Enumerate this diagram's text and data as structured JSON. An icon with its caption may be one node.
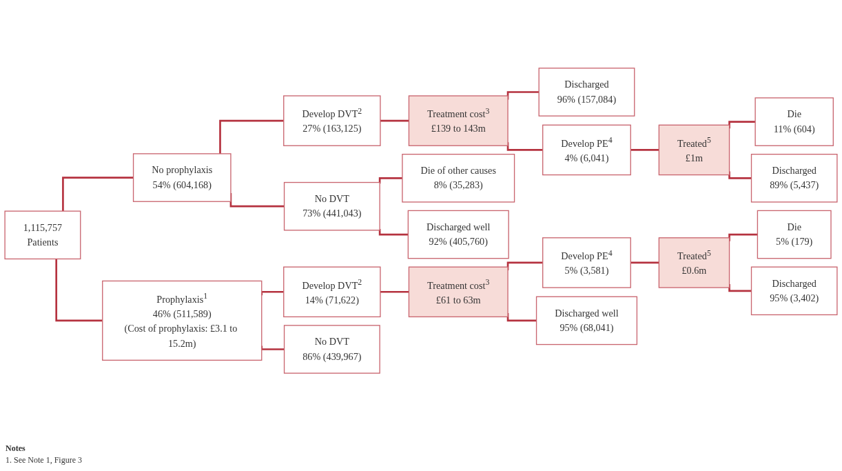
{
  "diagram": {
    "nodes": [
      {
        "text": [
          "1,115,757",
          "Patients"
        ]
      },
      {
        "text": [
          "No prophylaxis",
          "54% (604,168)"
        ]
      },
      {
        "text": [
          "Prophylaxis$^{1}$",
          "46% (511,589)",
          "(Cost of prophylaxis: £3.1 to 15.2m)"
        ]
      },
      {
        "text": [
          "Develop DVT$^{2}$",
          "27% (163,125)"
        ]
      },
      {
        "text": [
          "No DVT",
          "73% (441,043)"
        ]
      },
      {
        "text": [
          "Treatment cost$^{3}$",
          "£139 to 143m"
        ]
      },
      {
        "text": [
          "Discharged",
          "96% (157,084)"
        ]
      },
      {
        "text": [
          "Develop PE$^{4}$",
          "4% (6,041)"
        ]
      },
      {
        "text": [
          "Treated$^{5}$",
          "£1m"
        ]
      },
      {
        "text": [
          "Die",
          "11% (604)"
        ]
      },
      {
        "text": [
          "Discharged",
          "89% (5,437)"
        ]
      },
      {
        "text": [
          "Die of other causes",
          "8% (35,283)"
        ]
      },
      {
        "text": [
          "Discharged well",
          "92% (405,760)"
        ]
      },
      {
        "text": [
          "Develop DVT$^{2}$",
          "14% (71,622)"
        ]
      },
      {
        "text": [
          "No DVT",
          "86% (439,967)"
        ]
      },
      {
        "text": [
          "Treatment cost$^{3}$",
          "£61 to 63m"
        ]
      },
      {
        "text": [
          "Develop PE$^{4}$",
          "5% (3,581)"
        ]
      },
      {
        "text": [
          "Discharged well",
          "95% (68,041)"
        ]
      },
      {
        "text": [
          "Treated$^{5}$",
          "£0.6m"
        ]
      },
      {
        "text": [
          "Die",
          "5% (179)"
        ]
      },
      {
        "text": [
          "Discharged",
          "95% (3,402)"
        ]
      }
    ],
    "edges": [
      {
        "from": 0,
        "to": 1,
        "arrow": "none"
      },
      {
        "from": 0,
        "to": 2,
        "arrow": "none"
      },
      {
        "from": 1,
        "to": 3,
        "arrow": "none"
      },
      {
        "from": 1,
        "to": 4,
        "arrow": "none"
      },
      {
        "from": 3,
        "to": 5,
        "arrow": "none"
      },
      {
        "from": 5,
        "to": 6,
        "arrow": "none"
      },
      {
        "from": 5,
        "to": 7,
        "arrow": "none"
      },
      {
        "from": 7,
        "to": 8,
        "arrow": "none"
      },
      {
        "from": 8,
        "to": 9,
        "arrow": "none"
      },
      {
        "from": 8,
        "to": 10,
        "arrow": "none"
      },
      {
        "from": 4,
        "to": 11,
        "arrow": "none"
      },
      {
        "from": 4,
        "to": 12,
        "arrow": "none"
      },
      {
        "from": 2,
        "to": 13,
        "arrow": "none"
      },
      {
        "from": 2,
        "to": 14,
        "arrow": "none"
      },
      {
        "from": 13,
        "to": 15,
        "arrow": "none"
      },
      {
        "from": 15,
        "to": 16,
        "arrow": "none"
      },
      {
        "from": 15,
        "to": 17,
        "arrow": "none"
      },
      {
        "from": 16,
        "to": 18,
        "arrow": "none"
      },
      {
        "from": 18,
        "to": 19,
        "arrow": "none"
      },
      {
        "from": 18,
        "to": 20,
        "arrow": "none"
      }
    ],
    "labels": [
      "Notes",
      "1. See Note 1, Figure 3"
    ]
  }
}
